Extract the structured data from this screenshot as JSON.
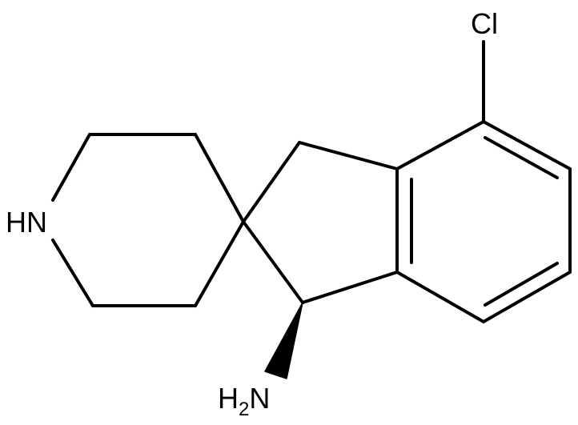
{
  "molecule": {
    "atoms": {
      "chlorine": "Cl",
      "piperidine_nh": "HN",
      "amine_h": "H",
      "amine_h_count": "2",
      "amine_n": "N"
    },
    "colors": {
      "bond": "#000000",
      "label": "#000000",
      "background": "#ffffff"
    }
  }
}
